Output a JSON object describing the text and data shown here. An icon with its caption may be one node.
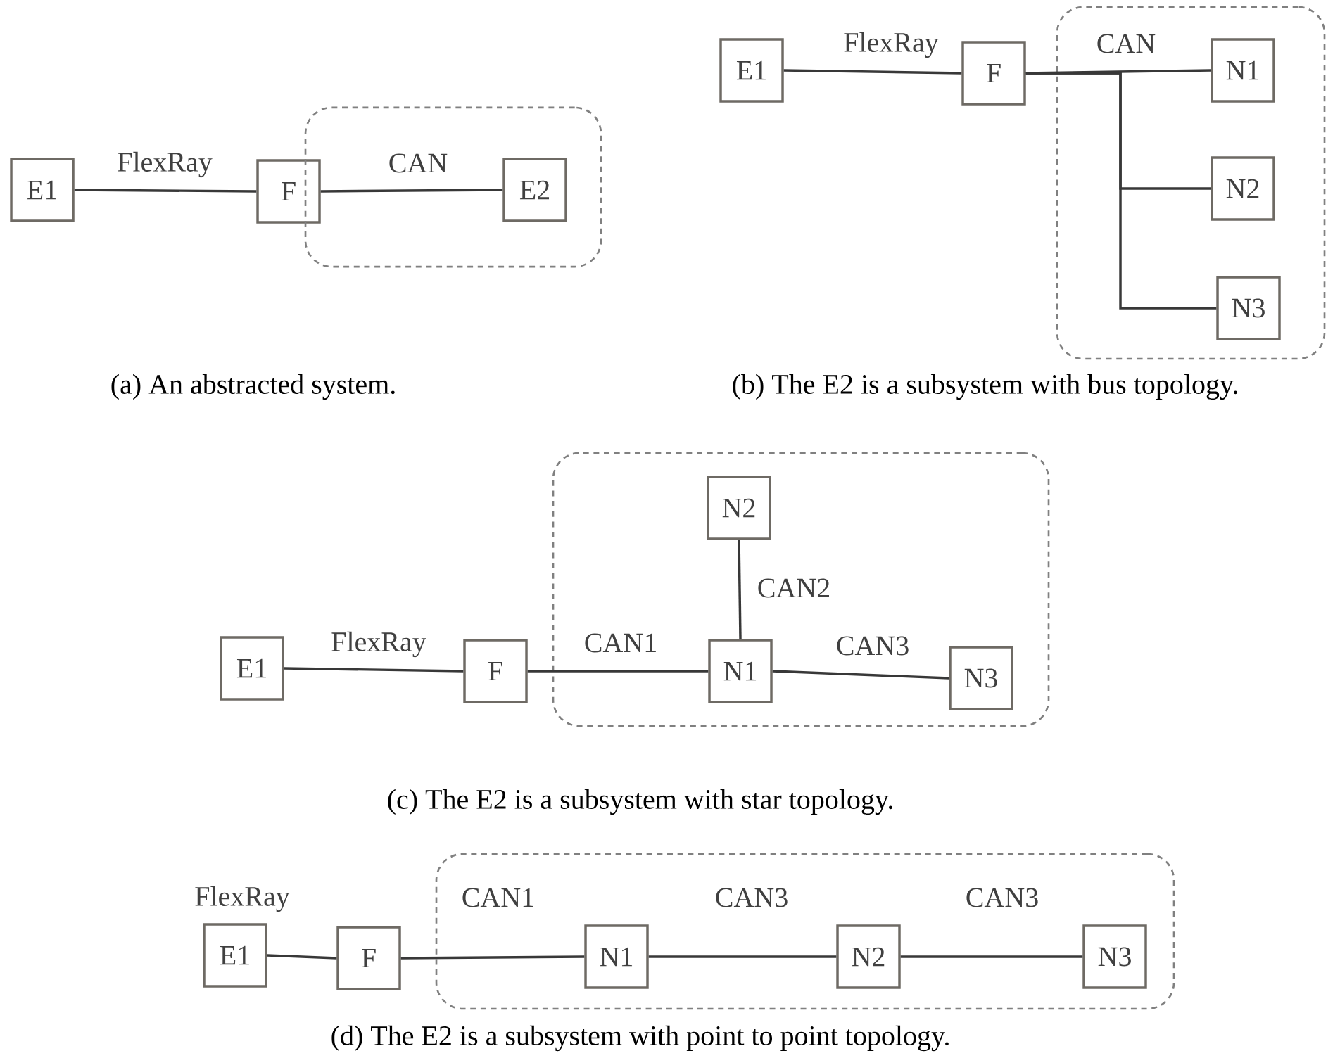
{
  "diagram": {
    "nodes": [
      {
        "text": [
          "E1"
        ]
      },
      {
        "text": [
          "F"
        ]
      },
      {
        "text": [],
        "shape": "box"
      },
      {
        "text": [
          "E2"
        ],
        "in": 2
      },
      {
        "text": [
          "E1"
        ]
      },
      {
        "text": [
          "F"
        ]
      },
      {
        "text": [],
        "shape": "box"
      },
      {
        "text": [
          "N1"
        ],
        "in": 6
      },
      {
        "text": [
          "N2"
        ],
        "in": 6
      },
      {
        "text": [
          "N3"
        ],
        "in": 6
      },
      {
        "text": [
          "E1"
        ]
      },
      {
        "text": [
          "F"
        ]
      },
      {
        "text": [],
        "shape": "box"
      },
      {
        "text": [
          "N2"
        ],
        "in": 12
      },
      {
        "text": [
          "N1"
        ],
        "in": 12
      },
      {
        "text": [
          "N3"
        ],
        "in": 12
      },
      {
        "text": [
          "E1"
        ]
      },
      {
        "text": [
          "F"
        ]
      },
      {
        "text": [],
        "shape": "box"
      },
      {
        "text": [
          "N1"
        ],
        "in": 18
      },
      {
        "text": [
          "N2"
        ],
        "in": 18
      },
      {
        "text": [
          "N3"
        ],
        "in": 18
      }
    ],
    "edges": [
      {
        "from": 0,
        "to": 1,
        "arrow": "none",
        "label": "FlexRay"
      },
      {
        "from": 1,
        "to": 3,
        "arrow": "none",
        "label": "CAN"
      },
      {
        "from": 4,
        "to": 5,
        "arrow": "none",
        "label": "FlexRay"
      },
      {
        "from": 5,
        "to": 7,
        "arrow": "none",
        "label": "CAN"
      },
      {
        "from": 5,
        "to": 8,
        "arrow": "none"
      },
      {
        "from": 5,
        "to": 9,
        "arrow": "none"
      },
      {
        "from": 10,
        "to": 11,
        "arrow": "none",
        "label": "FlexRay"
      },
      {
        "from": 11,
        "to": 14,
        "arrow": "none",
        "label": "CAN1"
      },
      {
        "from": 14,
        "to": 13,
        "arrow": "none",
        "label": "CAN2"
      },
      {
        "from": 14,
        "to": 15,
        "arrow": "none",
        "label": "CAN3"
      },
      {
        "from": 16,
        "to": 17,
        "arrow": "none",
        "label": "FlexRay"
      },
      {
        "from": 17,
        "to": 19,
        "arrow": "none",
        "label": "CAN1"
      },
      {
        "from": 19,
        "to": 20,
        "arrow": "none",
        "label": "CAN3"
      },
      {
        "from": 20,
        "to": 21,
        "arrow": "none",
        "label": "CAN3"
      }
    ],
    "labels": [
      "(a) An abstracted system.",
      "(b) The E2 is a subsystem with bus topology.",
      "(c)  The E2 is a subsystem with star topology.",
      "(d)  The E2 is a subsystem with point to point topology."
    ]
  }
}
